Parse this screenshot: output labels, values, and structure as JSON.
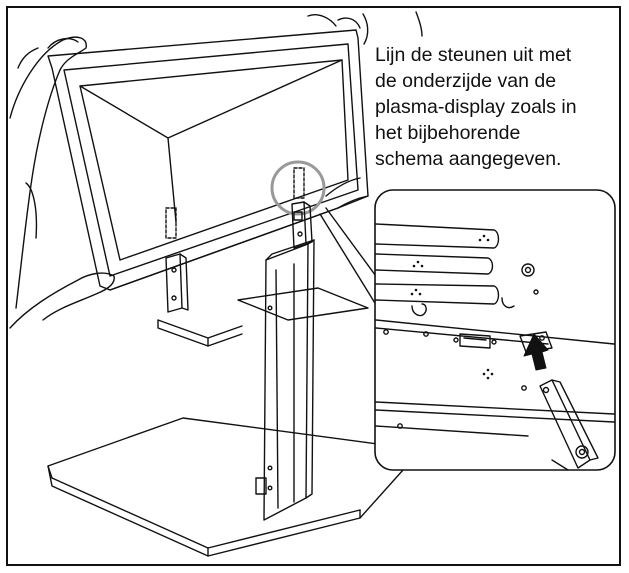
{
  "instruction": {
    "lines": [
      "Lijn de steunen uit met",
      "de onderzijde van de",
      "plasma-display zoals in",
      "het bijbehorende",
      "schema aangegeven."
    ]
  },
  "colors": {
    "line": "#111111",
    "background": "#ffffff",
    "highlight_circle": "#999999",
    "arrow": "#111111"
  }
}
